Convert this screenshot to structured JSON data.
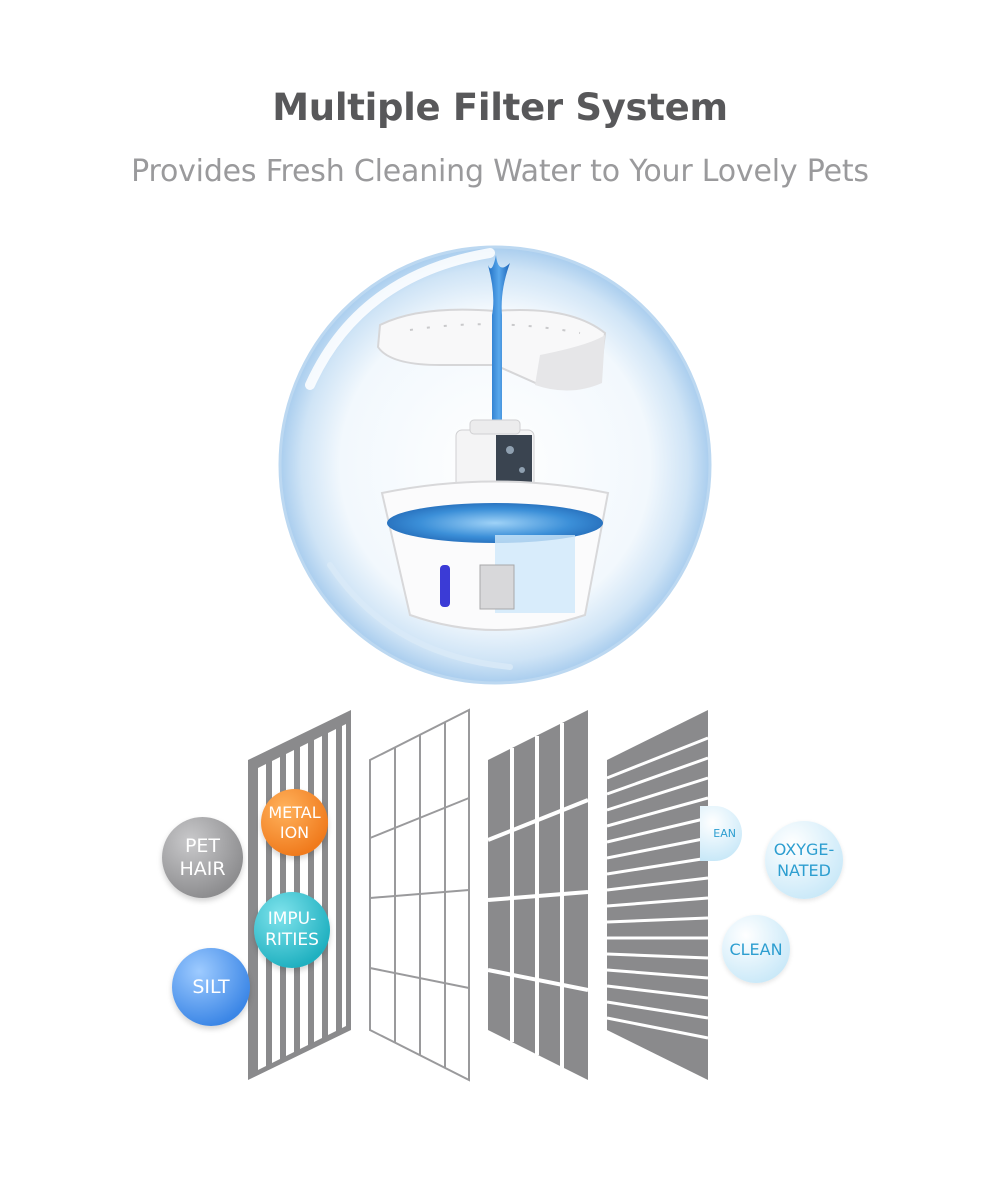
{
  "header": {
    "title": "Multiple Filter System",
    "subtitle": "Provides Fresh Cleaning Water to Your Lovely Pets"
  },
  "bubbles_in": {
    "pet_hair": "PET\nHAIR",
    "metal_ion": "METAL\nION",
    "impurities": "IMPU-\nRITIES",
    "silt": "SILT"
  },
  "bubbles_out": {
    "clean_partial": "EAN",
    "oxygenated": "OXYGE-\nNATED",
    "clean": "CLEAN"
  },
  "colors": {
    "title": "#58585a",
    "subtitle": "#9a9a9c",
    "filter_gray": "#8a8a8c",
    "water_blue": "#3b8fd8",
    "metal_orange": "#f07a1c",
    "impurities_teal": "#1fb0c0",
    "silt_blue": "#3b86e6",
    "clean_text": "#2d9ed0"
  }
}
